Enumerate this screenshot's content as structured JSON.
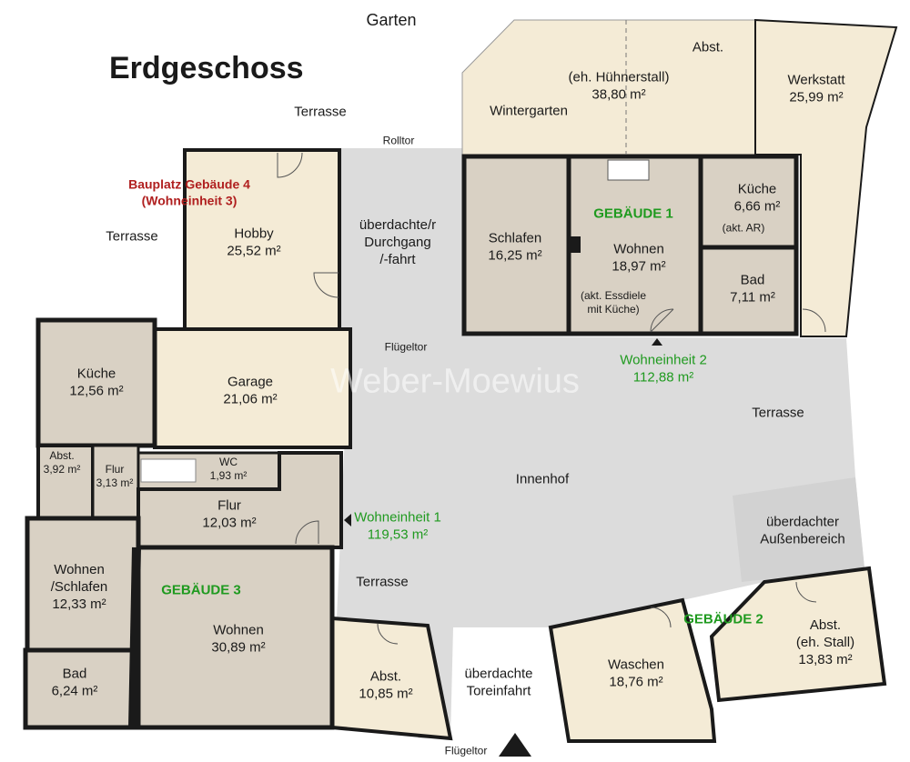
{
  "title": "Erdgeschoss",
  "watermark": "Weber-Moewius",
  "outside": {
    "garden": "Garten",
    "terrace": "Terrasse",
    "rolltor": "Rolltor",
    "fluegeltor": "Flügeltor",
    "innenhof": "Innenhof"
  },
  "passage": {
    "line1": "überdachte/r",
    "line2": "Durchgang",
    "line3": "/-fahrt"
  },
  "gateway": {
    "line1": "überdachte",
    "line2": "Toreinfahrt"
  },
  "covered_area": {
    "line1": "überdachter",
    "line2": "Außenbereich"
  },
  "bauplatz": {
    "line1": "Bauplatz Gebäude 4",
    "line2": "(Wohneinheit 3)"
  },
  "buildings": {
    "g1": "GEBÄUDE 1",
    "g2": "GEBÄUDE 2",
    "g3": "GEBÄUDE 3"
  },
  "units": {
    "we1_name": "Wohneinheit 1",
    "we1_area": "119,53 m²",
    "we2_name": "Wohneinheit 2",
    "we2_area": "112,88 m²"
  },
  "rooms": {
    "huehnerstall": {
      "abst": "Abst.",
      "name": "(eh. Hühnerstall)",
      "area": "38,80 m²"
    },
    "wintergarten": {
      "name": "Wintergarten"
    },
    "werkstatt": {
      "name": "Werkstatt",
      "area": "25,99 m²"
    },
    "hobby": {
      "name": "Hobby",
      "area": "25,52 m²"
    },
    "schlafen": {
      "name": "Schlafen",
      "area": "16,25 m²"
    },
    "wohnen1": {
      "name": "Wohnen",
      "area": "18,97 m²",
      "note1": "(akt. Essdiele",
      "note2": "mit Küche)"
    },
    "kueche1": {
      "name": "Küche",
      "area": "6,66 m²",
      "note": "(akt. AR)"
    },
    "bad1": {
      "name": "Bad",
      "area": "7,11 m²"
    },
    "kueche3": {
      "name": "Küche",
      "area": "12,56 m²"
    },
    "garage": {
      "name": "Garage",
      "area": "21,06 m²"
    },
    "abst3": {
      "name": "Abst.",
      "area": "3,92 m²"
    },
    "flur_small": {
      "name": "Flur",
      "area": "3,13 m²"
    },
    "wc": {
      "name": "WC",
      "area": "1,93 m²"
    },
    "flur3": {
      "name": "Flur",
      "area": "12,03 m²"
    },
    "wohnen_schlafen": {
      "line1": "Wohnen",
      "line2": "/Schlafen",
      "area": "12,33 m²"
    },
    "wohnen3": {
      "name": "Wohnen",
      "area": "30,89 m²"
    },
    "bad3": {
      "name": "Bad",
      "area": "6,24 m²"
    },
    "abst_tor": {
      "name": "Abst.",
      "area": "10,85 m²"
    },
    "waschen": {
      "name": "Waschen",
      "area": "18,76 m²"
    },
    "abst_stall": {
      "name": "Abst.",
      "note": "(eh. Stall)",
      "area": "13,83 m²"
    }
  },
  "colors": {
    "wall": "#1a1a1a",
    "room_beige": "#f4ebd6",
    "room_gray": "#d9d1c4",
    "courtyard": "#dcdcdc",
    "green_label": "#1f9a1f",
    "red_label": "#b01f1f"
  }
}
